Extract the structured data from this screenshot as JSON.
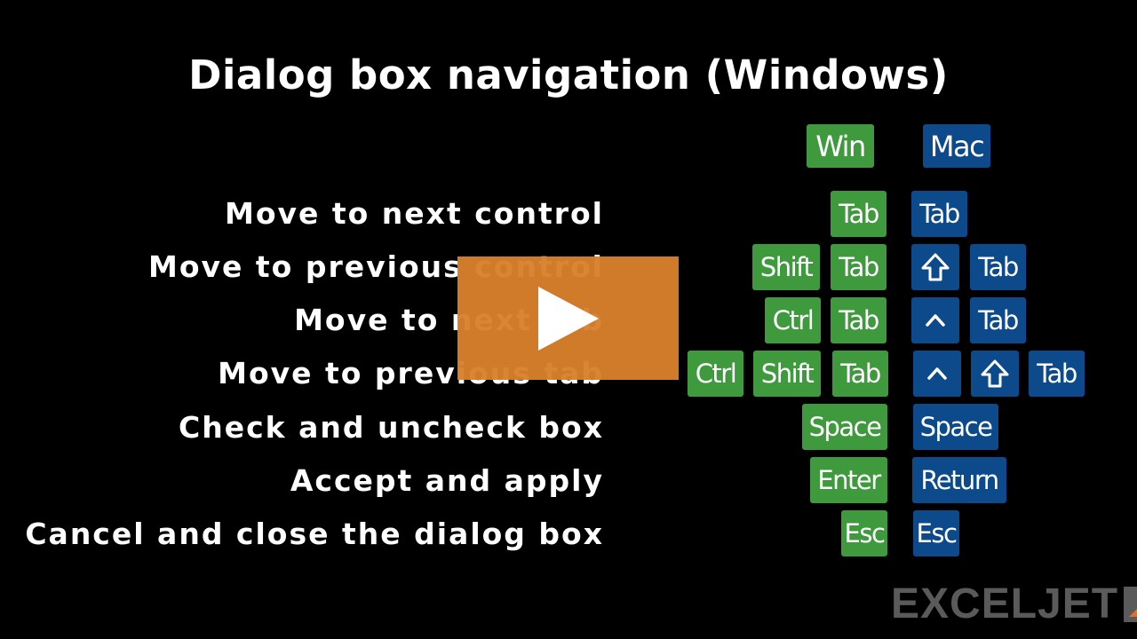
{
  "title": "Dialog box navigation (Windows)",
  "headers": {
    "win": "Win",
    "mac": "Mac"
  },
  "rows": [
    {
      "label": "Move to next control",
      "win": [
        "Tab"
      ],
      "mac": [
        "Tab"
      ]
    },
    {
      "label": "Move to previous control",
      "win": [
        "Shift",
        "Tab"
      ],
      "mac": [
        "shift-icon",
        "Tab"
      ]
    },
    {
      "label": "Move to next tab",
      "win": [
        "Ctrl",
        "Tab"
      ],
      "mac": [
        "control-icon",
        "Tab"
      ]
    },
    {
      "label": "Move to previous tab",
      "win": [
        "Ctrl",
        "Shift",
        "Tab"
      ],
      "mac": [
        "control-icon",
        "shift-icon",
        "Tab"
      ]
    },
    {
      "label": "Check and uncheck box",
      "win": [
        "Space"
      ],
      "mac": [
        "Space"
      ]
    },
    {
      "label": "Accept and apply",
      "win": [
        "Enter"
      ],
      "mac": [
        "Return"
      ]
    },
    {
      "label": "Cancel and close the dialog box",
      "win": [
        "Esc"
      ],
      "mac": [
        "Esc"
      ]
    }
  ],
  "logo": "EXCELJET",
  "colors": {
    "win": "#3f9a3d",
    "mac": "#0d4a8c",
    "play_overlay": "#d7802c",
    "logo_text": "#5a5a5a",
    "logo_mark": "#e0702a"
  },
  "player": {
    "play_button": "play-icon"
  }
}
